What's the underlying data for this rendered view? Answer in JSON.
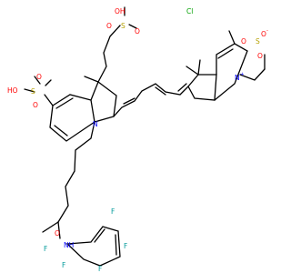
{
  "molecule": {
    "colors": {
      "bond": "#000000",
      "oxygen": "#ff0000",
      "nitrogen": "#0000ff",
      "sulfur": "#b5a000",
      "chlorine": "#00a000",
      "fluorine": "#009a9a"
    },
    "atom_labels": {
      "oh_top": "OH",
      "o_top_a": "O",
      "s_top": "S",
      "o_top_b": "O",
      "cl": "Cl",
      "ho_left": "HO",
      "s_left": "S",
      "o_left_a": "O",
      "o_left_b": "O",
      "n_indole": "N",
      "n_pyridinium": "N",
      "n_plus": "+",
      "o_right_a": "O",
      "s_right": "S",
      "o_right_b": "O",
      "o_minus": "O",
      "minus": "-",
      "o_amide": "O",
      "nh": "NH",
      "f1": "F",
      "f2": "F",
      "f3": "F",
      "f4": "F",
      "f5": "F"
    }
  }
}
